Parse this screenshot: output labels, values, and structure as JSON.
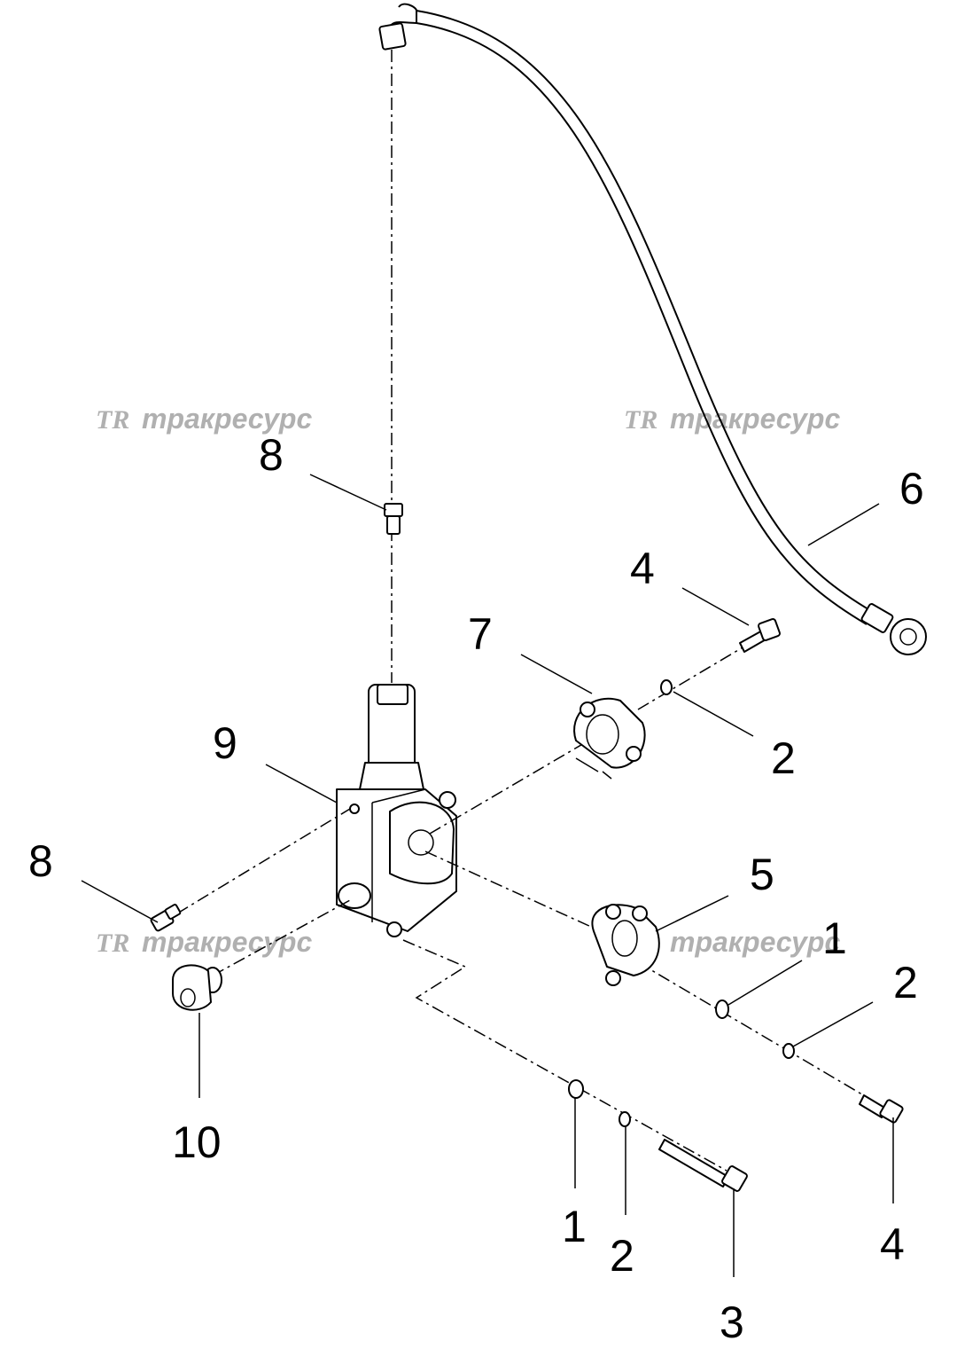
{
  "watermark": {
    "logo": "TR",
    "text": "тракресурс"
  },
  "callouts": [
    {
      "id": "8a",
      "text": "8"
    },
    {
      "id": "6",
      "text": "6"
    },
    {
      "id": "4a",
      "text": "4"
    },
    {
      "id": "7",
      "text": "7"
    },
    {
      "id": "9",
      "text": "9"
    },
    {
      "id": "2a",
      "text": "2"
    },
    {
      "id": "8b",
      "text": "8"
    },
    {
      "id": "5",
      "text": "5"
    },
    {
      "id": "1a",
      "text": "1"
    },
    {
      "id": "2b",
      "text": "2"
    },
    {
      "id": "10",
      "text": "10"
    },
    {
      "id": "1b",
      "text": "1"
    },
    {
      "id": "2c",
      "text": "2"
    },
    {
      "id": "4b",
      "text": "4"
    },
    {
      "id": "3",
      "text": "3"
    }
  ]
}
